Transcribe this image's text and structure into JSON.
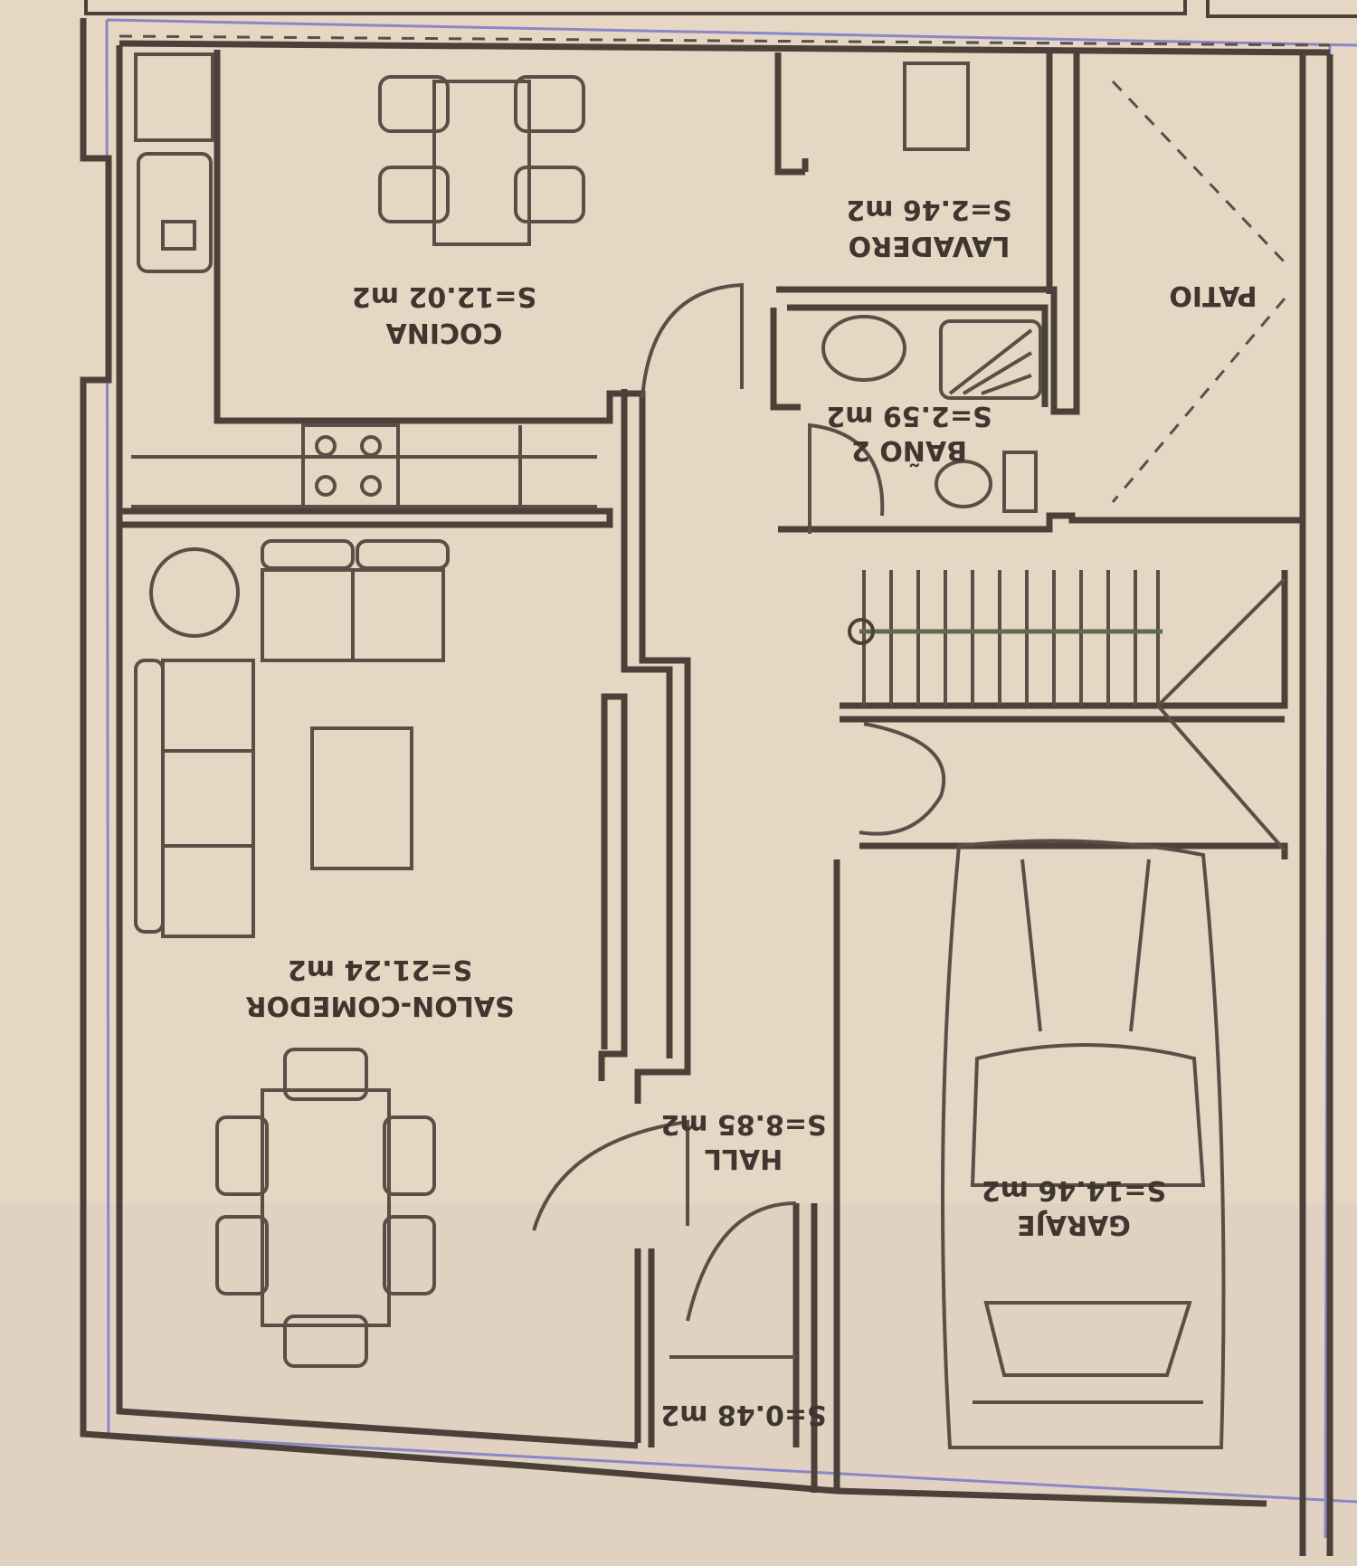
{
  "rooms": {
    "cocina": {
      "name": "COCINA",
      "area": "S=12.02 m2"
    },
    "lavadero": {
      "name": "LAVADERO",
      "area": "S=2.46 m2"
    },
    "patio": {
      "name": "PATIO"
    },
    "bano": {
      "name": "BAÑO 2",
      "area": "S=2.59 m2"
    },
    "salon": {
      "name": "SALON-COMEDOR",
      "area": "S=21.24 m2"
    },
    "hall": {
      "name": "HALL",
      "area": "S=8.85 m2"
    },
    "garaje": {
      "name": "GARAJE",
      "area": "S=14.46 m2"
    },
    "entry": {
      "area": "S=0.48 m2"
    }
  },
  "colors": {
    "paper": "#e6d6c4",
    "ink": "#4b4139",
    "pencil": "#8a86c8"
  }
}
